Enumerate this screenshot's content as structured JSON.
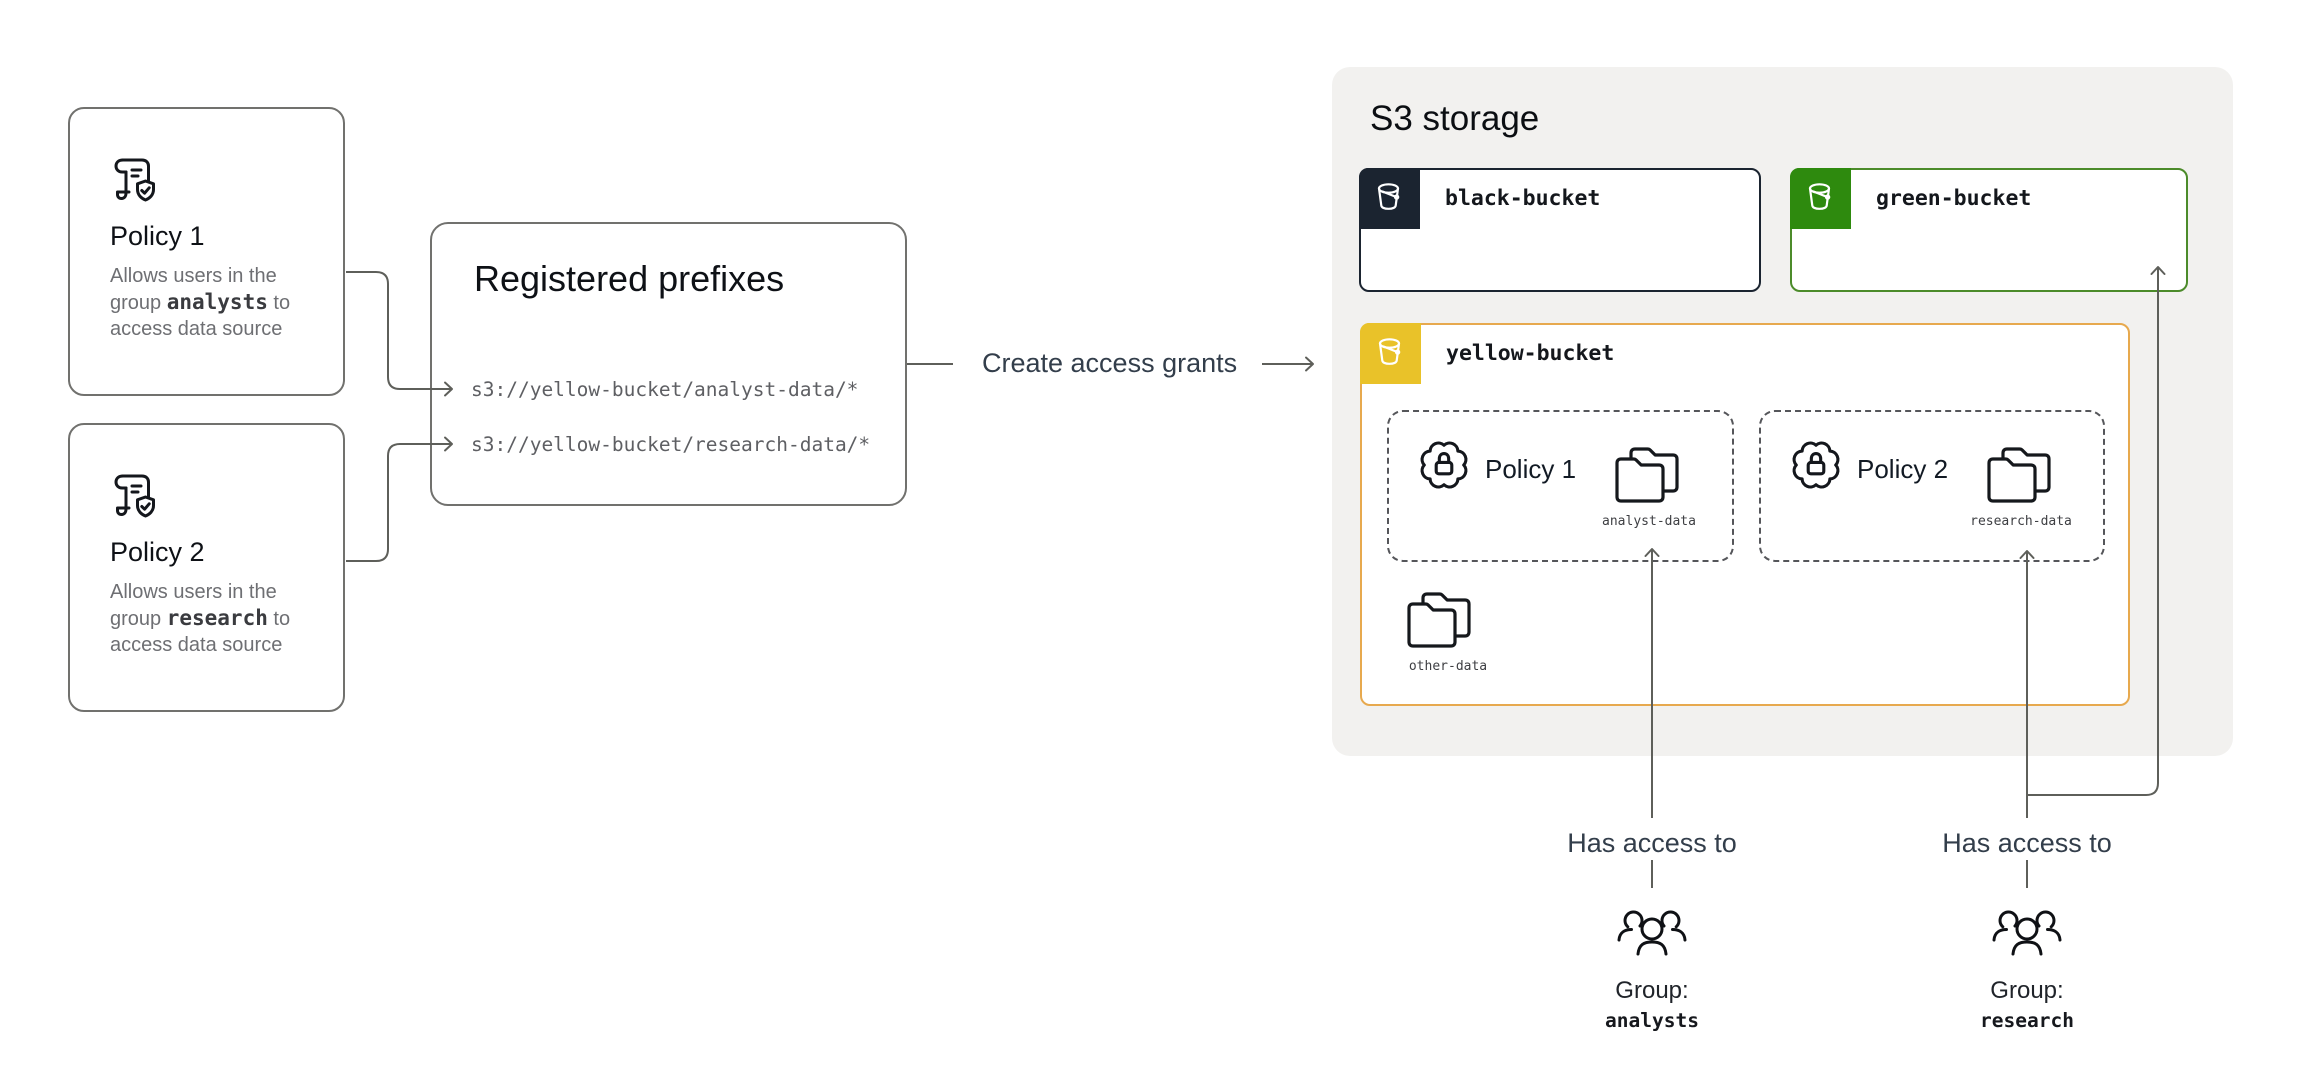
{
  "policies": [
    {
      "title": "Policy 1",
      "desc_pre": "Allows users in the group ",
      "group": "analysts",
      "desc_post": " to access data source"
    },
    {
      "title": "Policy 2",
      "desc_pre": "Allows users in the group ",
      "group": "research",
      "desc_post": " to access data source"
    }
  ],
  "registered_prefixes": {
    "title": "Registered prefixes",
    "items": [
      "s3://yellow-bucket/analyst-data/*",
      "s3://yellow-bucket/research-data/*"
    ]
  },
  "flow": {
    "create_grants_label": "Create access grants"
  },
  "s3": {
    "title": "S3 storage",
    "buckets": [
      {
        "name": "black-bucket",
        "accent": "#1B2430",
        "border": "#1B2430"
      },
      {
        "name": "green-bucket",
        "accent": "#2E8A0E",
        "border": "#4C8B2A"
      },
      {
        "name": "yellow-bucket",
        "accent": "#E9C229",
        "border": "#E7A94E"
      }
    ],
    "grants": [
      {
        "policy": "Policy 1",
        "folder": "analyst-data"
      },
      {
        "policy": "Policy 2",
        "folder": "research-data"
      }
    ],
    "other_folder": "other-data"
  },
  "groups": [
    {
      "has_access": "Has access to",
      "label": "Group:",
      "name": "analysts"
    },
    {
      "has_access": "Has access to",
      "label": "Group:",
      "name": "research"
    }
  ]
}
